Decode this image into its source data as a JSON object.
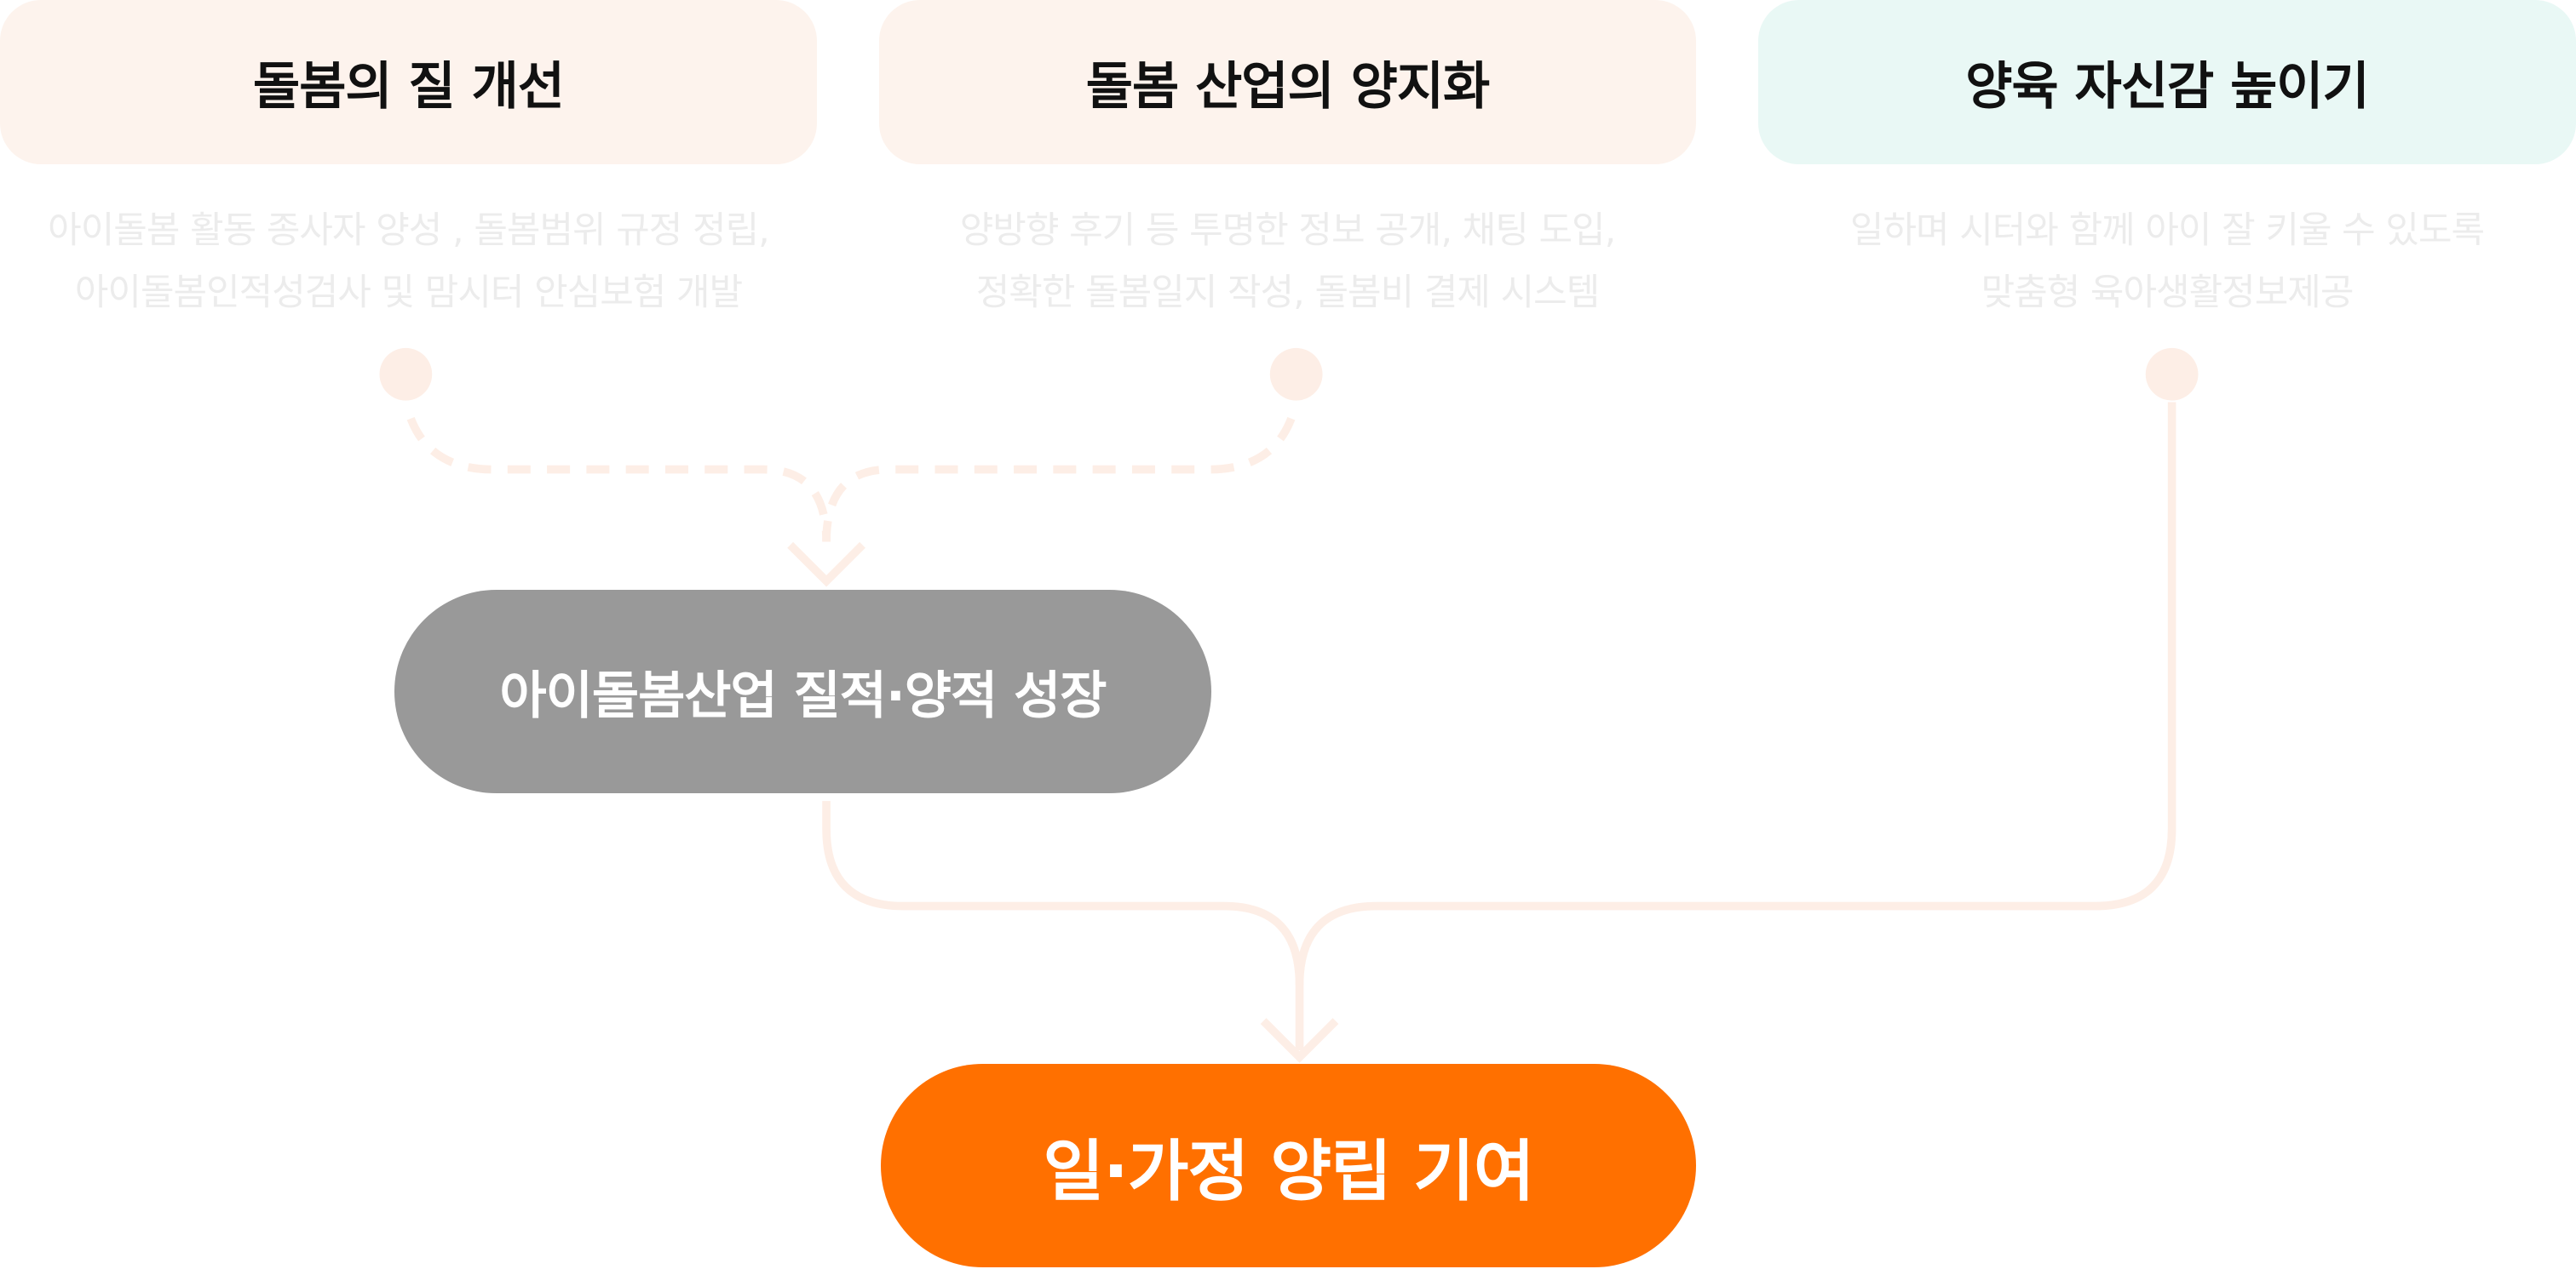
{
  "pillars": [
    {
      "title": "돌봄의 질 개선",
      "lines": [
        "아이돌봄 활동 종사자 양성 , 돌봄범위 규정 정립,",
        "아이돌봄인적성검사 및 맘시터 안심보험 개발"
      ]
    },
    {
      "title": "돌봄 산업의 양지화",
      "lines": [
        "양방향 후기 등 투명한 정보 공개, 채팅 도입,",
        "정확한 돌봄일지 작성, 돌봄비 결제 시스템"
      ]
    },
    {
      "title": "양육 자신감 높이기",
      "lines": [
        "일하며 시터와 함께 아이 잘 키울 수 있도록",
        "맞춤형 육아생활정보제공"
      ]
    }
  ],
  "intermediate": "아이돌봄산업 질적·양적 성장",
  "goal": "일·가정 양립 기여",
  "colors": {
    "peach": "#fdf3ed",
    "mint": "#e9f8f5",
    "connector": "#fdeee6",
    "gray": "#999999",
    "orange": "#ff7000"
  }
}
